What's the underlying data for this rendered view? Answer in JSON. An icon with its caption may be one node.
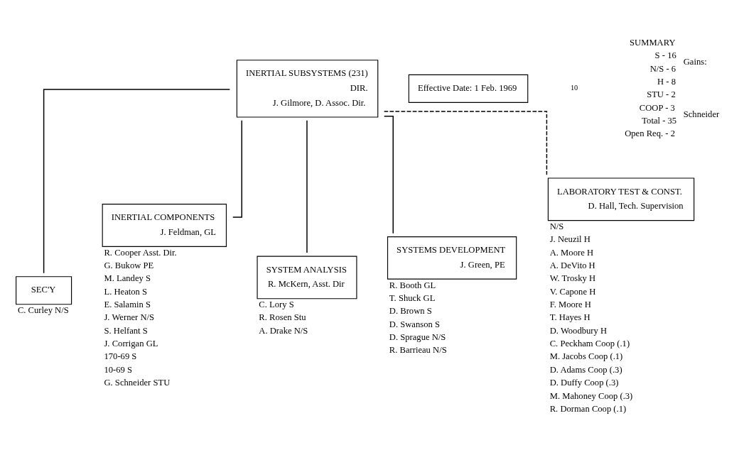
{
  "diagram": {
    "nodes": [
      {
        "text": [
          "INERTIAL SUBSYSTEMS (231)",
          "DIR.",
          "J. Gilmore, D. Assoc. Dir."
        ]
      },
      {
        "text": [
          "SEC'Y"
        ],
        "beside": [
          "C. Curley N/S"
        ]
      },
      {
        "text": [
          "INERTIAL COMPONENTS",
          "J. Feldman, GL"
        ],
        "beside": [
          "R. Cooper Asst. Dir.",
          "G. Bukow PE",
          "M. Landey S",
          "L. Heaton S",
          "E. Salamin S",
          "J. Werner N/S",
          "S. Helfant S",
          "J. Corrigan GL",
          "170-69 S",
          "10-69 S",
          "G. Schneider STU"
        ]
      },
      {
        "text": [
          "SYSTEM ANALYSIS",
          "R. McKern, Asst. Dir"
        ],
        "beside": [
          "C. Lory S",
          "R. Rosen Stu",
          "A. Drake N/S"
        ]
      },
      {
        "text": [
          "SYSTEMS DEVELOPMENT",
          "J. Green, PE"
        ],
        "beside": [
          "R. Booth GL",
          "T. Shuck GL",
          "D. Brown S",
          "D. Swanson S",
          "D. Sprague N/S",
          "R. Barrieau N/S"
        ]
      },
      {
        "text": [
          "LABORATORY TEST & CONST.",
          "D. Hall, Tech. Supervision"
        ],
        "beside": [
          "N/S",
          "J. Neuzil H",
          "A. Moore H",
          "A. DeVito H",
          "W. Trosky H",
          "V. Capone H",
          "F. Moore H",
          "T. Hayes H",
          "D. Woodbury H",
          "C. Peckham Coop (.1)",
          "M. Jacobs Coop (.1)",
          "D. Adams Coop (.3)",
          "D. Duffy Coop (.3)",
          "M. Mahoney Coop (.3)",
          "R. Dorman Coop (.1)"
        ]
      },
      {
        "text": [
          "Effective Date: 1 Feb. 1969"
        ]
      }
    ],
    "edges": [
      {
        "from": 0,
        "to": 1,
        "arrow": "none"
      },
      {
        "from": 0,
        "to": 2,
        "arrow": "none"
      },
      {
        "from": 0,
        "to": 3,
        "arrow": "none"
      },
      {
        "from": 0,
        "to": 4,
        "arrow": "none"
      },
      {
        "from": 0,
        "to": 5,
        "arrow": "none",
        "style": "dashed"
      }
    ],
    "labels": [
      "10",
      "SUMMARY",
      "S - 16",
      "N/S - 6",
      "H - 8",
      "STU - 2",
      "COOP - 3",
      "Total - 35",
      "Open Req. - 2",
      "Gains:",
      "Schneider"
    ]
  }
}
